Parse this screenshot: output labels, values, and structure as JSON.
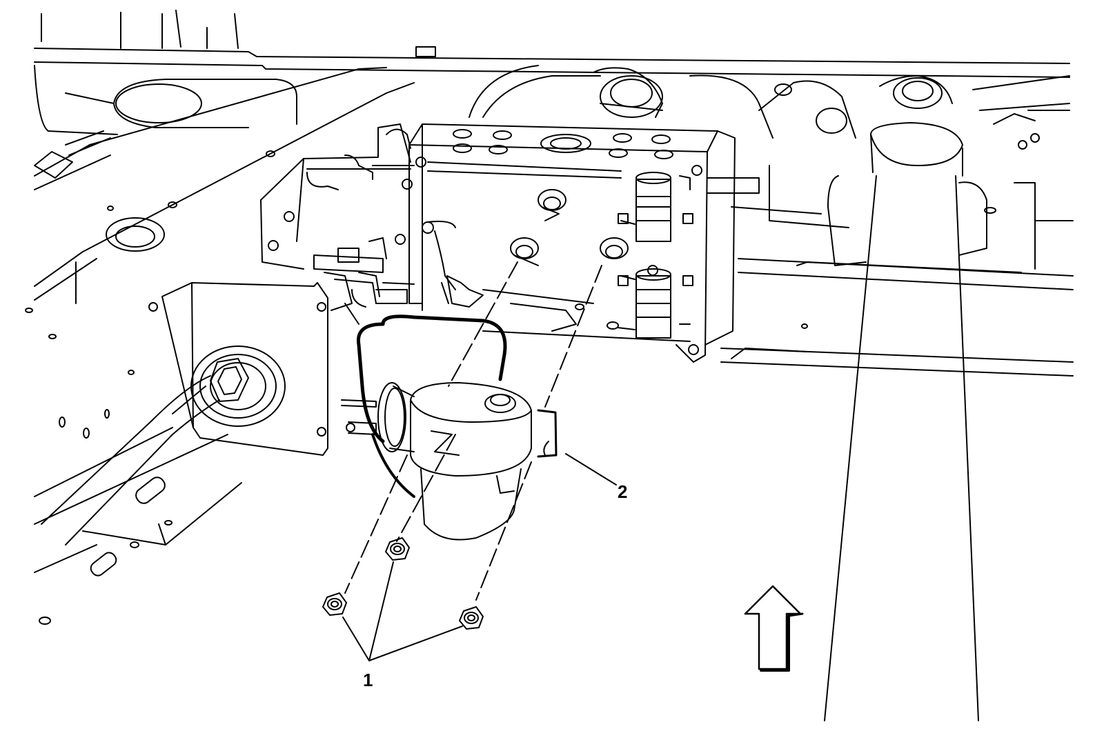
{
  "diagram": {
    "callouts": [
      {
        "id": "1",
        "label": "1"
      },
      {
        "id": "2",
        "label": "2"
      }
    ],
    "direction_indicator": "up-arrow-icon",
    "colors": {
      "line": "#000000",
      "background": "#ffffff"
    }
  }
}
